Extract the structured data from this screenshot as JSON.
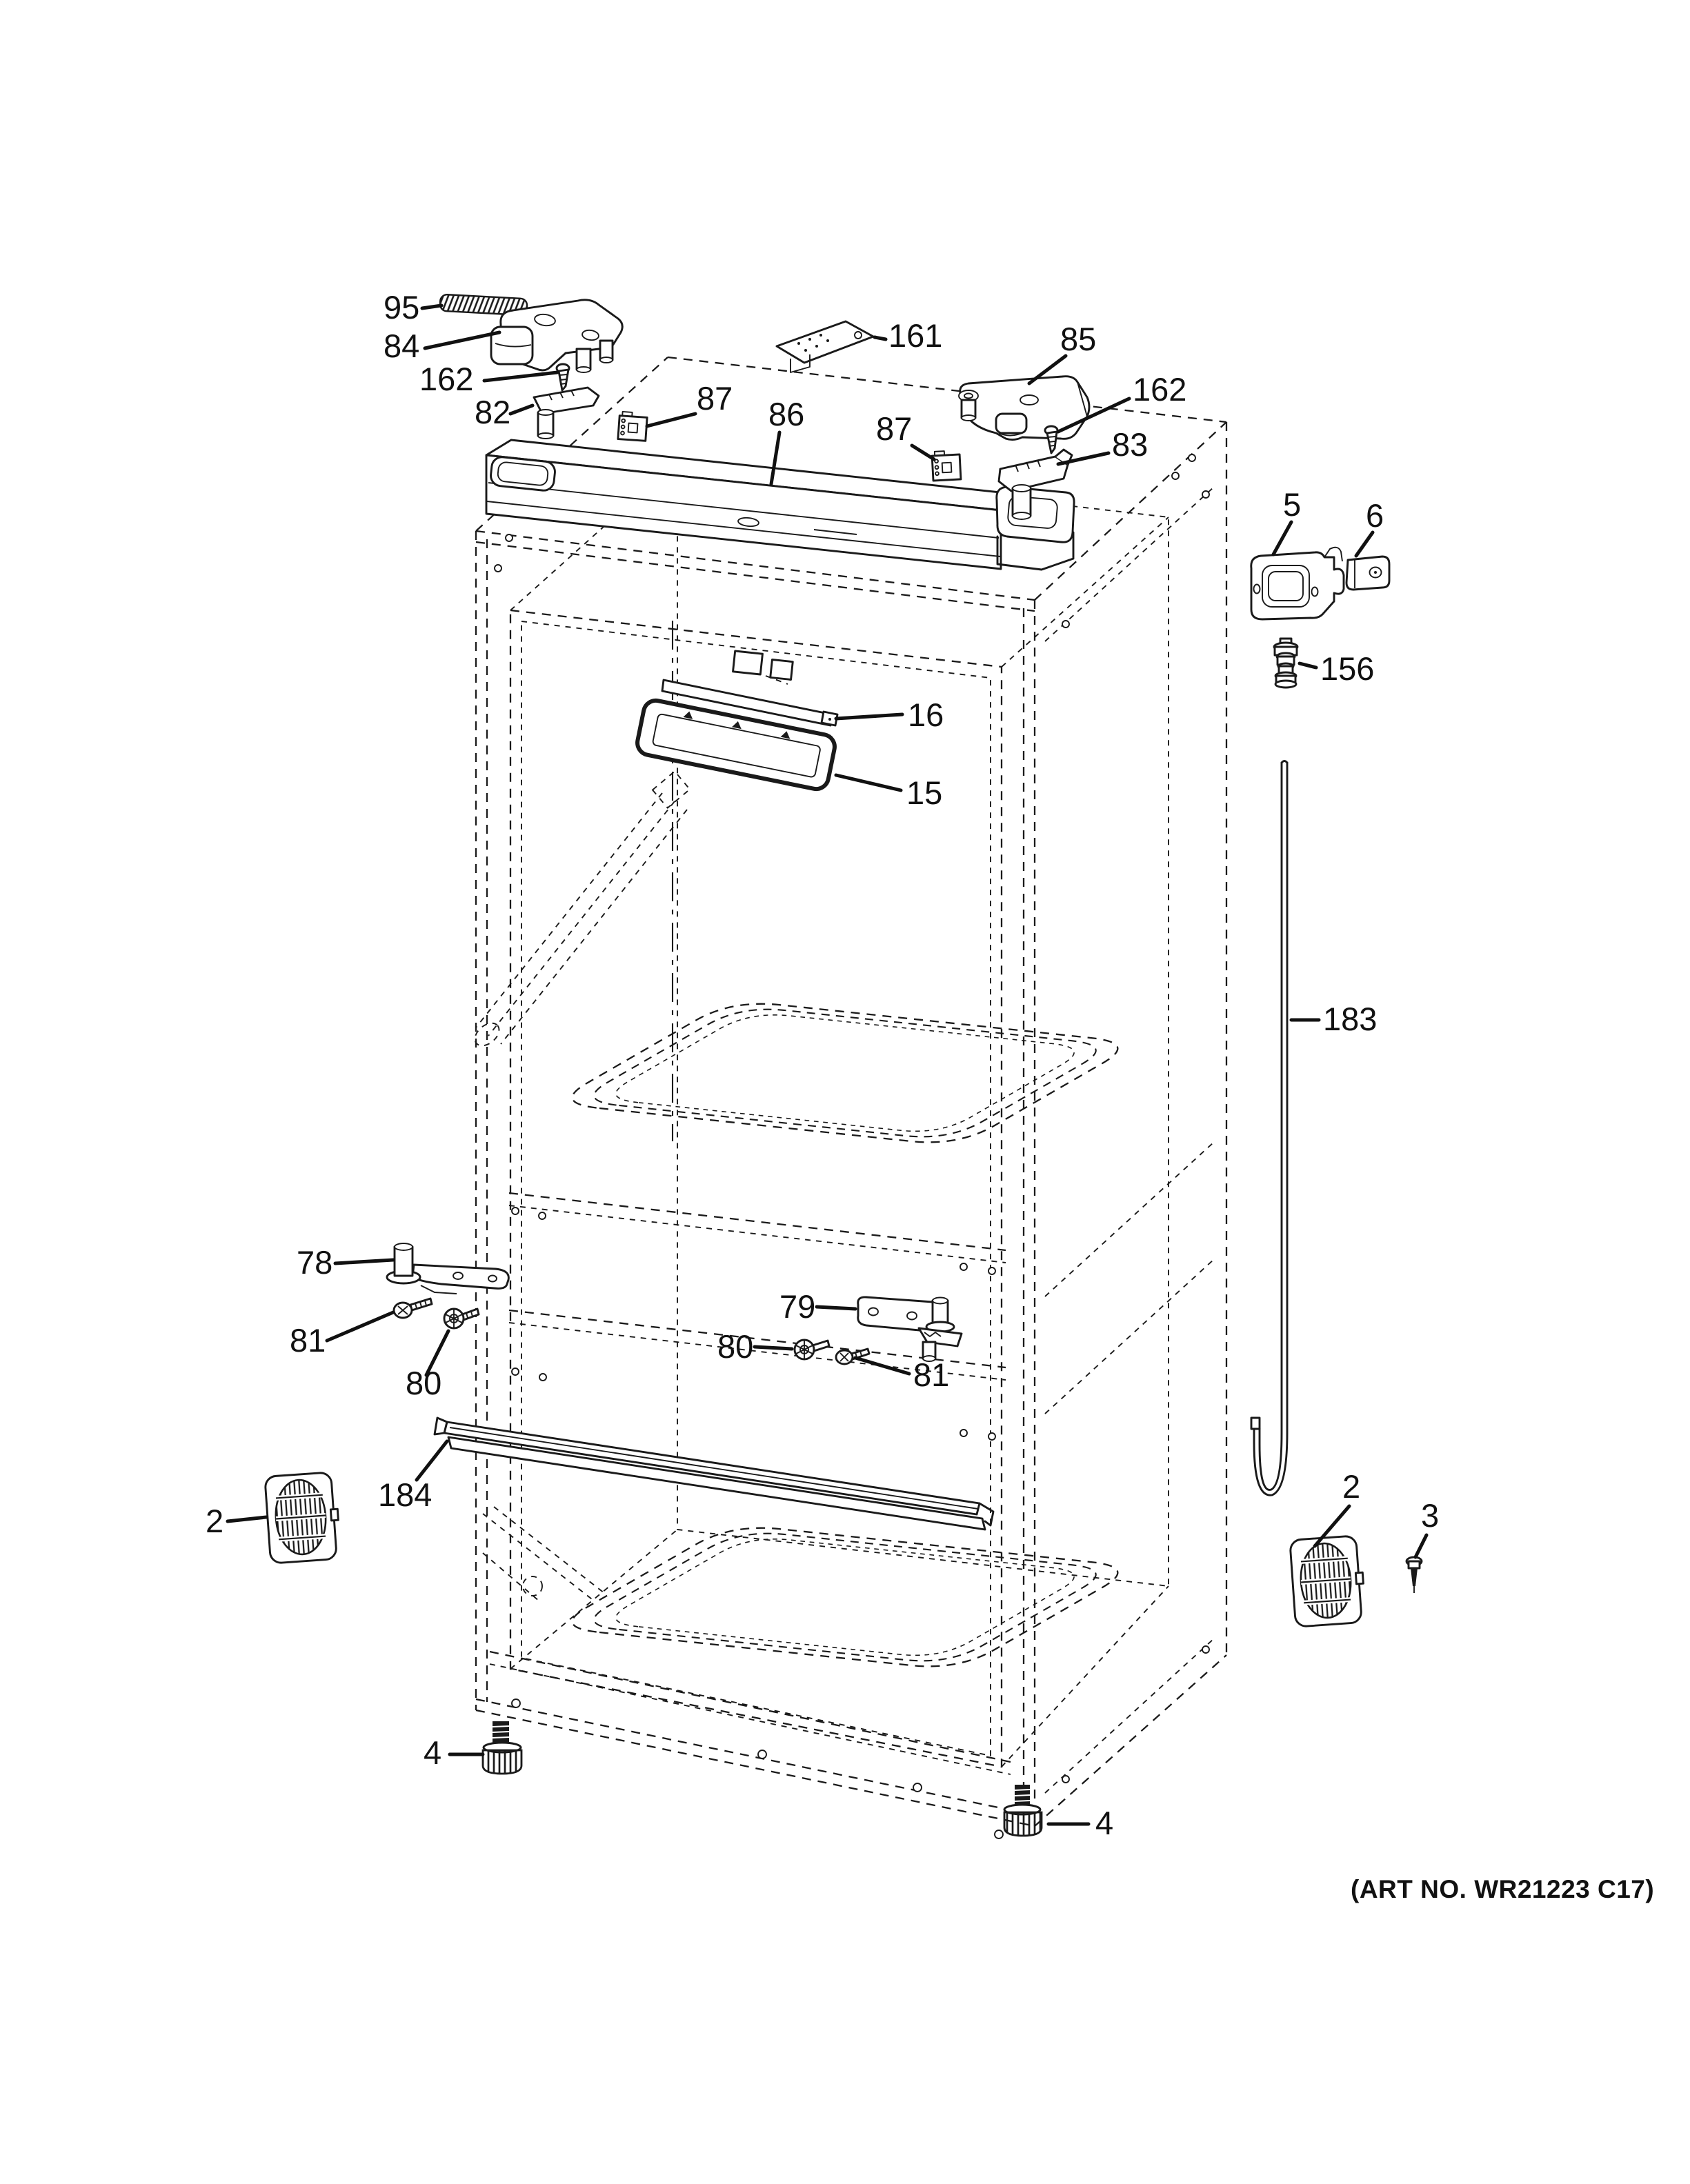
{
  "diagram": {
    "art_note": "(ART NO. WR21223 C17)",
    "background_color": "#ffffff",
    "line_color": "#1a1a1a",
    "callouts": [
      "95",
      "84",
      "162",
      "82",
      "87",
      "86",
      "161",
      "85",
      "162",
      "83",
      "87",
      "5",
      "6",
      "156",
      "16",
      "15",
      "183",
      "78",
      "81",
      "80",
      "79",
      "80",
      "81",
      "184",
      "2",
      "2",
      "3",
      "4",
      "4"
    ]
  }
}
